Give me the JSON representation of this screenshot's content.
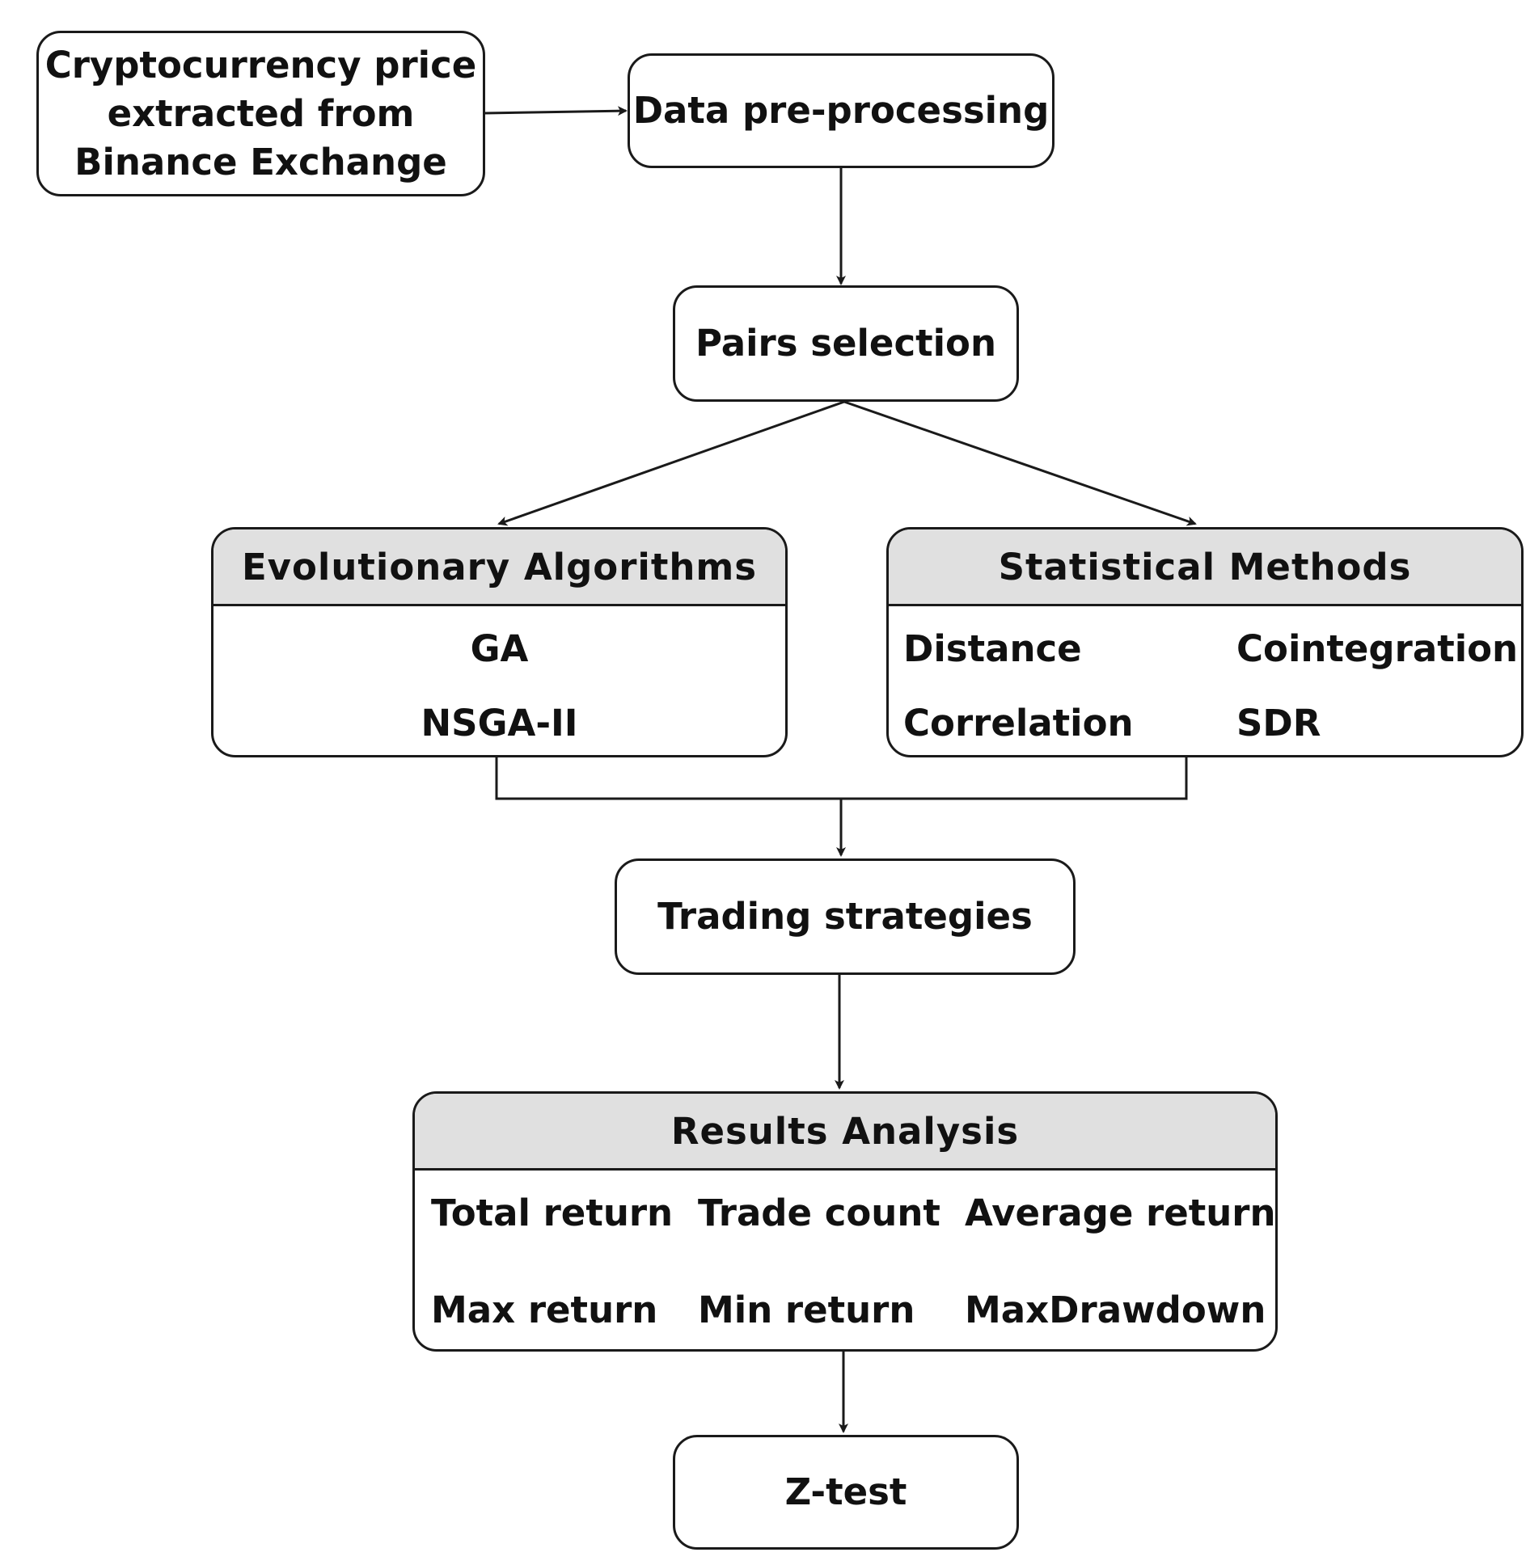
{
  "source": {
    "lines": [
      "Cryptocurrency price",
      "extracted from",
      "Binance Exchange"
    ]
  },
  "preprocess": {
    "label": "Data pre-processing"
  },
  "pairs": {
    "label": "Pairs selection"
  },
  "evolutionary": {
    "title": "Evolutionary Algorithms",
    "items": [
      "GA",
      "NSGA-II"
    ]
  },
  "statistical": {
    "title": "Statistical Methods",
    "items": [
      "Distance",
      "Cointegration",
      "Correlation",
      "SDR"
    ]
  },
  "trading": {
    "label": "Trading strategies"
  },
  "results": {
    "title": "Results Analysis",
    "items": [
      "Total return",
      "Trade count",
      "Average return",
      "Max return",
      "Min return",
      "MaxDrawdown"
    ]
  },
  "ztest": {
    "label": "Z-test"
  },
  "colors": {
    "stroke": "#1a1a1a",
    "header_fill": "#e0e0e0",
    "box_fill": "#ffffff"
  }
}
